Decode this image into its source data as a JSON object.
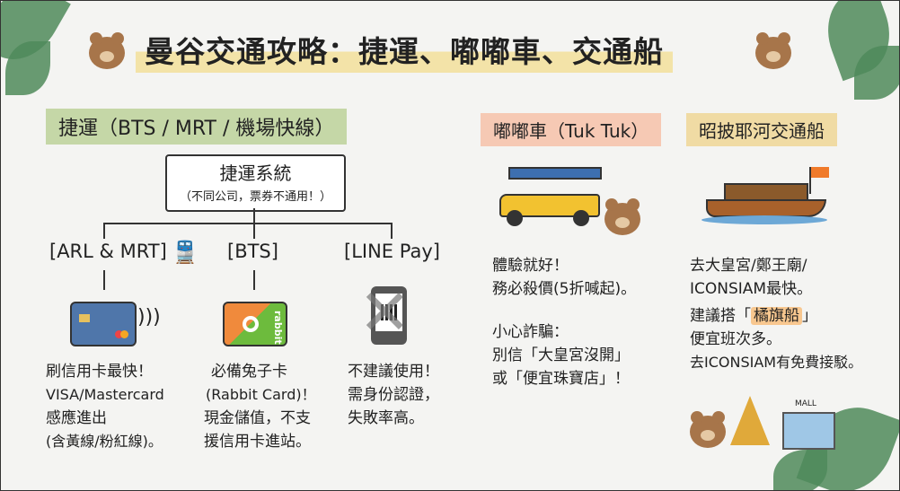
{
  "title": "曼谷交通攻略：捷運、嘟嘟車、交通船",
  "metro": {
    "heading": "捷運（BTS / MRT / 機場快線）",
    "system_title": "捷運系統",
    "system_note": "（不同公司，票券不通用！）",
    "branches": [
      {
        "label": "[ARL & MRT]",
        "lines": [
          "刷信用卡最快！",
          "VISA/Mastercard",
          "感應進出",
          "(含黃線/粉紅線)。"
        ]
      },
      {
        "label": "[BTS]",
        "lines": [
          "必備兔子卡",
          "(Rabbit Card)！",
          "現金儲值，不支",
          "援信用卡進站。"
        ],
        "card_text": "rabbit"
      },
      {
        "label": "[LINE Pay]",
        "lines": [
          "不建議使用！",
          "需身份認證，",
          "失敗率高。"
        ]
      }
    ]
  },
  "tuktuk": {
    "heading": "嘟嘟車（Tuk Tuk）",
    "lines": [
      "體驗就好！",
      "務必殺價(5折喊起)。",
      "",
      "小心詐騙：",
      "別信「大皇宮沒開」",
      "或「便宜珠寶店」！"
    ]
  },
  "boat": {
    "heading": "昭披耶河交通船",
    "line1": "去大皇宮/鄭王廟/",
    "line2": "ICONSIAM最快。",
    "line3_pre": "建議搭「",
    "line3_hl": "橘旗船",
    "line3_post": "」",
    "line4": "便宜班次多。",
    "line5": "去ICONSIAM有免費接駁。",
    "mall_label": "MALL"
  }
}
